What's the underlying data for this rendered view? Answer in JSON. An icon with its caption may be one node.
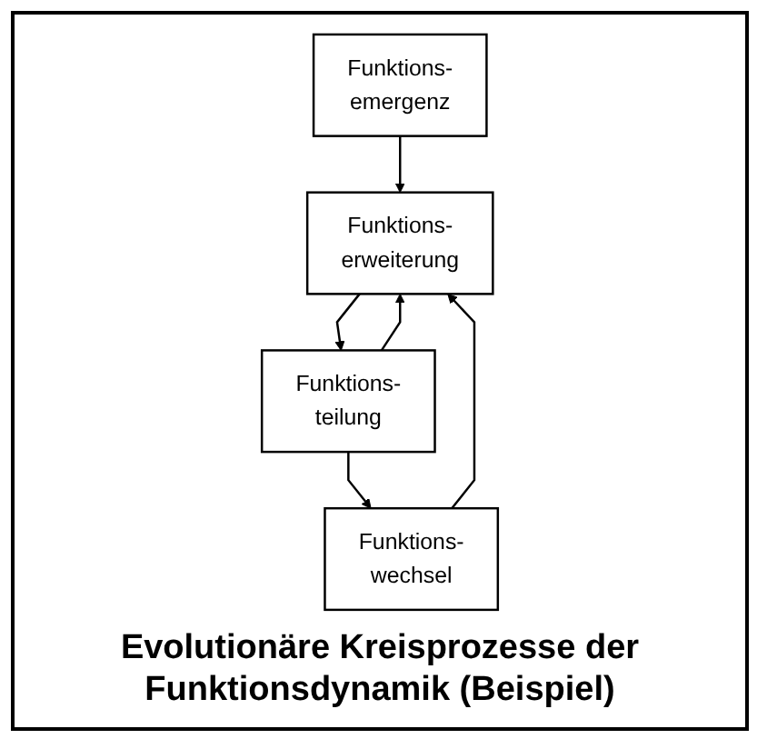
{
  "diagram": {
    "caption": "Evolutionäre Kreisprozesse der Funktionsdynamik (Beispiel)",
    "nodes": [
      {
        "text": [
          "Funktions- emergenz"
        ]
      },
      {
        "text": [
          "Funktions- erweiterung"
        ]
      },
      {
        "text": [
          "Funktions- teilung"
        ]
      },
      {
        "text": [
          "Funktions- wechsel"
        ]
      }
    ],
    "edges": [
      {
        "from": 0,
        "to": 1,
        "arrow": "to"
      },
      {
        "from": 1,
        "to": 2,
        "arrow": "to"
      },
      {
        "from": 2,
        "to": 3,
        "arrow": "to"
      },
      {
        "from": 3,
        "to": 1,
        "arrow": "to"
      },
      {
        "from": 2,
        "to": 1,
        "arrow": "to"
      }
    ]
  }
}
